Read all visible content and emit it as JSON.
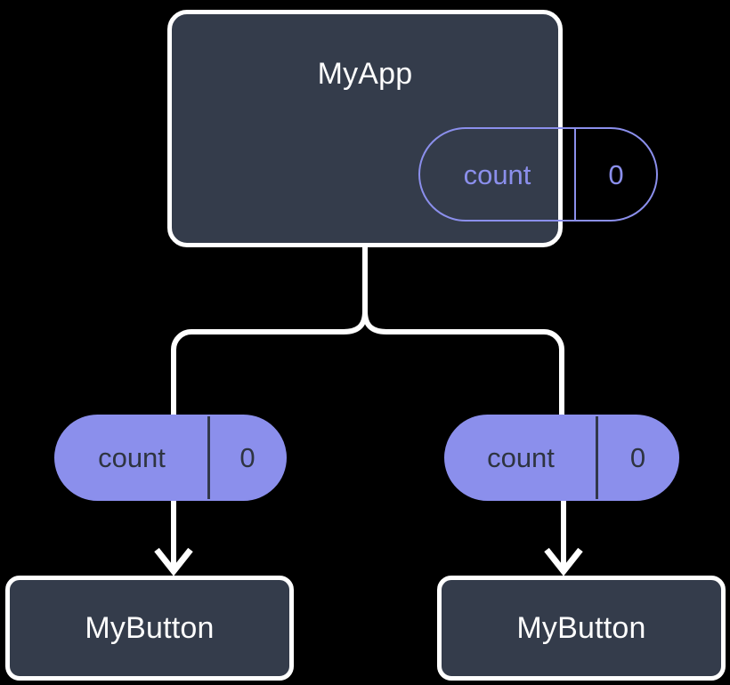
{
  "diagram": {
    "background_color": "#000000",
    "card_fill": "#343c4b",
    "card_border": "#ffffff",
    "accent_color": "#8b8fec",
    "pill_text_color": "#2e3440",
    "connector_color": "#ffffff",
    "root": {
      "title": "MyApp",
      "state_pill": {
        "key": "count",
        "value": "0"
      }
    },
    "props": [
      {
        "key": "count",
        "value": "0"
      },
      {
        "key": "count",
        "value": "0"
      }
    ],
    "children": [
      {
        "label": "MyButton"
      },
      {
        "label": "MyButton"
      }
    ]
  }
}
